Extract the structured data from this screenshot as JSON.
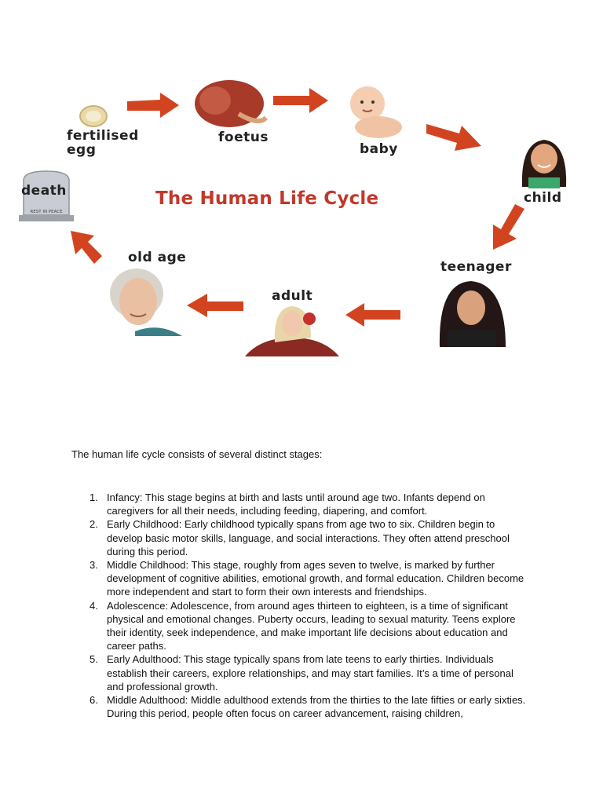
{
  "diagram": {
    "title": "The Human Life Cycle",
    "labels": {
      "fertilised_egg_1": "fertilised",
      "fertilised_egg_2": "egg",
      "foetus": "foetus",
      "baby": "baby",
      "child": "child",
      "teenager": "teenager",
      "adult": "adult",
      "old_age": "old age",
      "death": "death",
      "tombstone": "REST IN PEACE"
    },
    "colors": {
      "arrow": "#d2441f",
      "title": "#c0392b"
    }
  },
  "document": {
    "intro": "The human life cycle consists of several distinct stages:",
    "stages": [
      {
        "num": "1.",
        "text": "Infancy: This stage begins at birth and lasts until around age two. Infants depend on caregivers for all their needs, including feeding, diapering, and comfort."
      },
      {
        "num": "2.",
        "text": "Early Childhood: Early childhood typically spans from age two to six. Children begin to develop basic motor skills, language, and social interactions. They often attend preschool during this period."
      },
      {
        "num": "3.",
        "text": "Middle Childhood: This stage, roughly from ages seven to twelve, is marked by further development of cognitive abilities, emotional growth, and formal education. Children become more independent and start to form their own interests and friendships."
      },
      {
        "num": "4.",
        "text": "Adolescence: Adolescence, from around ages thirteen to eighteen, is a time of significant physical and emotional changes. Puberty occurs, leading to sexual maturity. Teens explore their identity, seek independence, and make important life decisions about education and career paths."
      },
      {
        "num": "5.",
        "text": "Early Adulthood: This stage typically spans from late teens to early thirties. Individuals establish their careers, explore relationships, and may start families. It’s a time of personal and professional growth."
      },
      {
        "num": "6.",
        "text": "Middle Adulthood: Middle adulthood extends from the thirties to the late fifties or early sixties. During this period, people often focus on career advancement, raising children,"
      }
    ]
  }
}
